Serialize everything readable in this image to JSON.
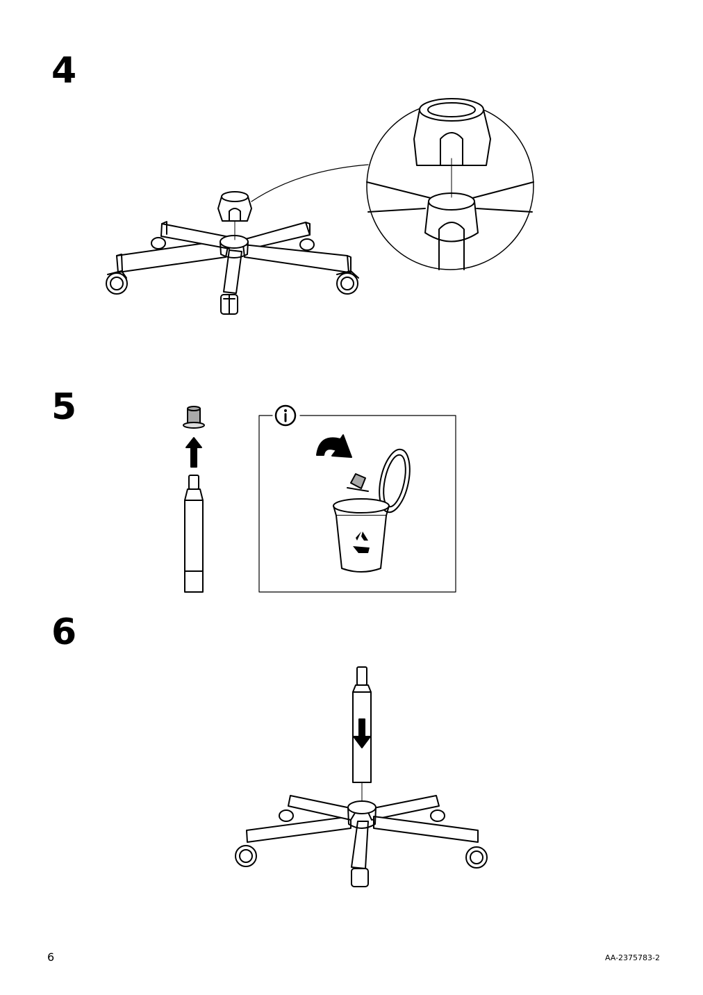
{
  "steps": [
    {
      "number": "4"
    },
    {
      "number": "5"
    },
    {
      "number": "6"
    }
  ],
  "footer": {
    "page_number": "6",
    "document_code": "AA-2375783-2"
  },
  "icons": {
    "info": "info-icon",
    "recycle": "recycle-icon",
    "arrow_up": "arrow-up-icon",
    "arrow_down": "arrow-down-icon",
    "curved_arrow": "curved-arrow-icon"
  }
}
